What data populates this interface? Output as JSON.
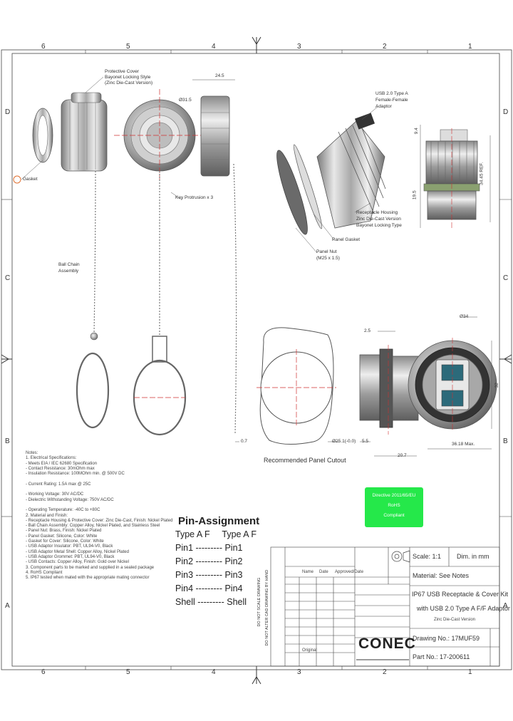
{
  "zones": {
    "columns": [
      "6",
      "5",
      "4",
      "3",
      "2",
      "1"
    ],
    "rows": [
      "D",
      "C",
      "B",
      "A"
    ]
  },
  "labels": {
    "protective_cover": [
      "Protective Cover",
      "Bayonet Locking Style",
      "(Zinc Die-Cast Version)"
    ],
    "gasket": "Gasket",
    "ball_chain": [
      "Ball Chain",
      "Assembly"
    ],
    "key_protrusion": "Key Protrusion x 3",
    "usb_adaptor": [
      "USB 2.0 Type A",
      "Female-Female",
      "Adaptor"
    ],
    "receptacle_housing": [
      "Receptacle Housing",
      "Zinc Die-Cast Version",
      "Bayonet Locking Type"
    ],
    "panel_gasket": "Panel Gasket",
    "panel_nut": [
      "Panel Nut",
      "(M25 x 1.5)"
    ],
    "recommended_cutout": "Recommended Panel Cutout"
  },
  "dimensions": {
    "d1": "24.5",
    "d2": "Ø31.5",
    "d3": "9.4",
    "d4": "19.5",
    "d5": "34.45 REF.",
    "d6": "2.5",
    "d7": "Ø34",
    "d8": "32",
    "d9": "0.7",
    "d10": "Ø25.1(-0.0)",
    "d11": "5.5",
    "d12": "20.7",
    "d13": "36.18 Max."
  },
  "notes": [
    "Notes:",
    "1. Electrical Specifications:",
    "  - Meets EIA / IEC 62680 Specification",
    "  - Contact Resistance: 30mOhm max",
    "  - Insulation Resistance: 100MOhm min. @ 500V DC",
    "",
    "  - Current Rating: 1.5A max @ 25C",
    "",
    "  - Working Voltage: 30V AC/DC",
    "  - Dielectric Withstanding Voltage: 750V AC/DC",
    "",
    "  - Operating Temperature: -40C to +80C",
    "2. Material and Finish:",
    "  - Receptacle Housing & Protective Cover: Zinc Die-Cast, Finish: Nickel Plated",
    "  - Ball Chain Assembly: Copper Alloy, Nickel Plated, and Stainless Steel",
    "  - Panel Nut: Brass, Finish: Nickel Plated",
    "  - Panel Gasket: Silicone, Color: White",
    "  - Gasket for Cover: Silicone, Color: White",
    "  - USB Adaptor Insulator: PBT, UL94-V0, Black",
    "  - USB Adaptor Metal Shell: Copper Alloy, Nickel Plated",
    "  - USB Adaptor Grommet: PBT, UL94-V0, Black",
    "  - USB Contacts: Copper Alloy, Finish: Gold over Nickel",
    "3. Component parts to be marked and supplied in a sealed package",
    "4. RoHS Compliant",
    "5. IP67 tested when mated with the appropriate mating connector"
  ],
  "pin_assignment": {
    "title": "Pin-Assignment",
    "left_header": "Type A F",
    "right_header": "Type A F",
    "rows": [
      {
        "left": "Pin1",
        "dash": "---------",
        "right": "Pin1"
      },
      {
        "left": "Pin2",
        "dash": "---------",
        "right": "Pin2"
      },
      {
        "left": "Pin3",
        "dash": "---------",
        "right": "Pin3"
      },
      {
        "left": "Pin4",
        "dash": "---------",
        "right": "Pin4"
      },
      {
        "left": "Shell",
        "dash": "---------",
        "right": "Shell"
      }
    ]
  },
  "badge": {
    "lines": [
      "Directive 2011/65/EU",
      "RoHS",
      "Compliant"
    ],
    "color": "#25e84a"
  },
  "side_strip": [
    "DO NOT SCALE DRAWING",
    "DO NOT ALTER CAD DRAWING BY HAND"
  ],
  "title_block": {
    "scale": "Scale: 1:1",
    "dim": "Dim. in mm",
    "material": "Material: See Notes",
    "title_lines": [
      "IP67 USB Receptacle & Cover Kit",
      "with USB 2.0 Type A F/F Adaptor",
      "Zinc Die-Cast Version"
    ],
    "drawing_no": "Drawing No.: 17MUF59",
    "part_no": "Part No.: 17-200611",
    "logo": "CONEC",
    "original": "Original",
    "columns": [
      "Name",
      "Date",
      "Approved/Date"
    ],
    "accent": "#3b3b3b"
  }
}
